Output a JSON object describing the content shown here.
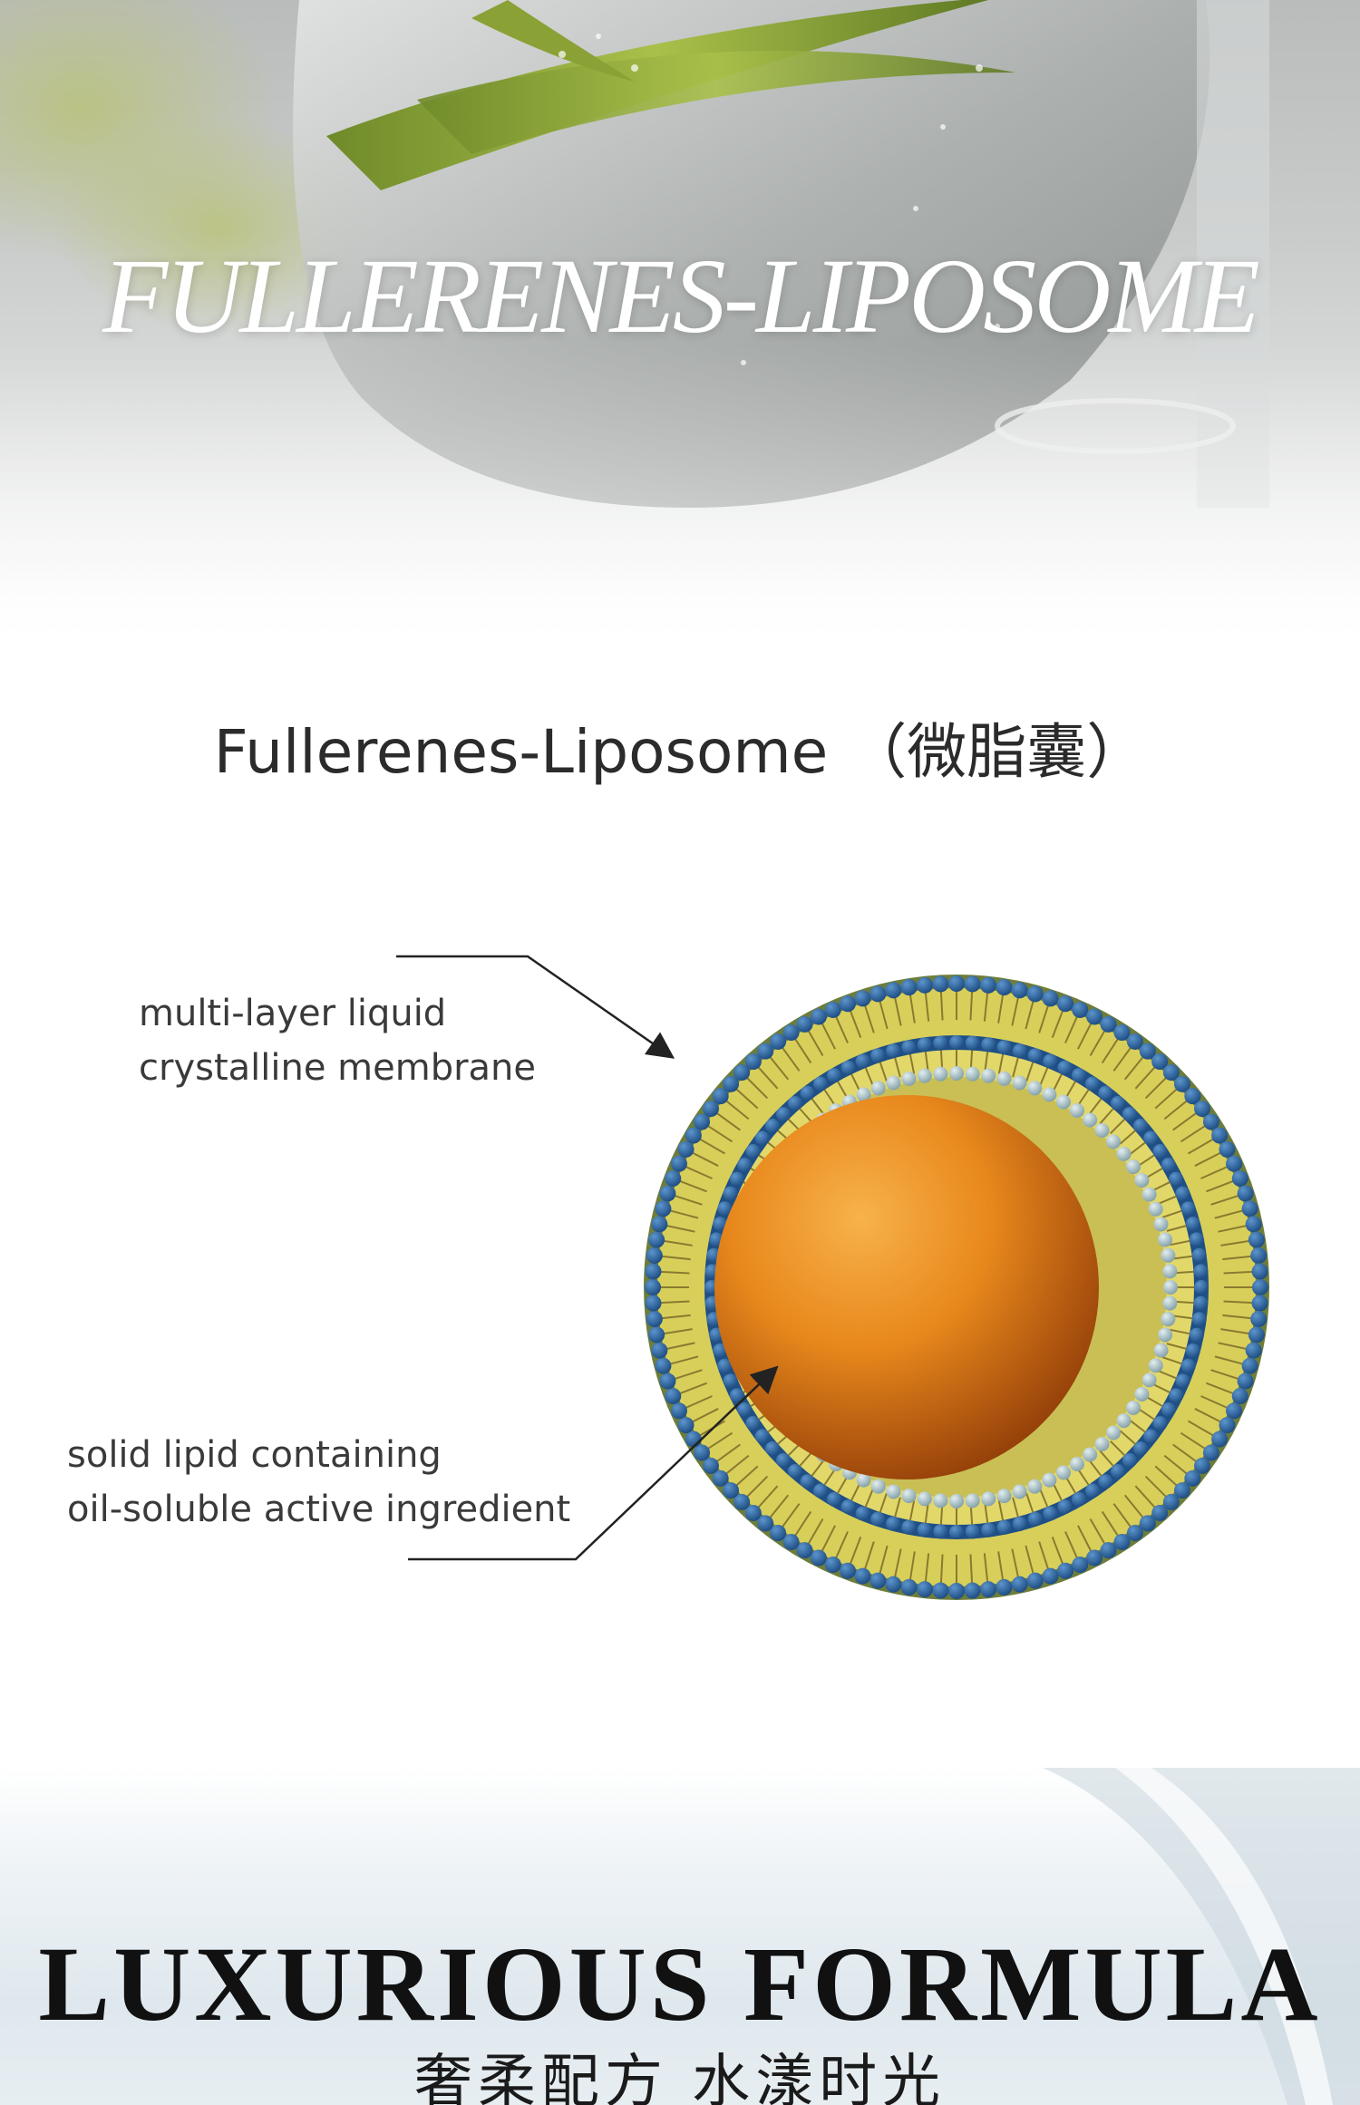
{
  "hero": {
    "title": "FULLERENES-LIPOSOME"
  },
  "diagram": {
    "heading": "Fullerenes-Liposome （微脂囊）",
    "labels": {
      "membrane": [
        "multi-layer liquid",
        "crystalline membrane"
      ],
      "core": [
        "solid lipid containing",
        "oil-soluble active ingredient"
      ]
    },
    "colors": {
      "core": "#e8881c",
      "outer_heads": "#2f6da8",
      "inner_heads": "#a9c2c8",
      "lipid_tails": "#e2d86a"
    }
  },
  "footer": {
    "title": "LUXURIOUS FORMULA",
    "subtitle": "奢柔配方 水漾时光"
  }
}
